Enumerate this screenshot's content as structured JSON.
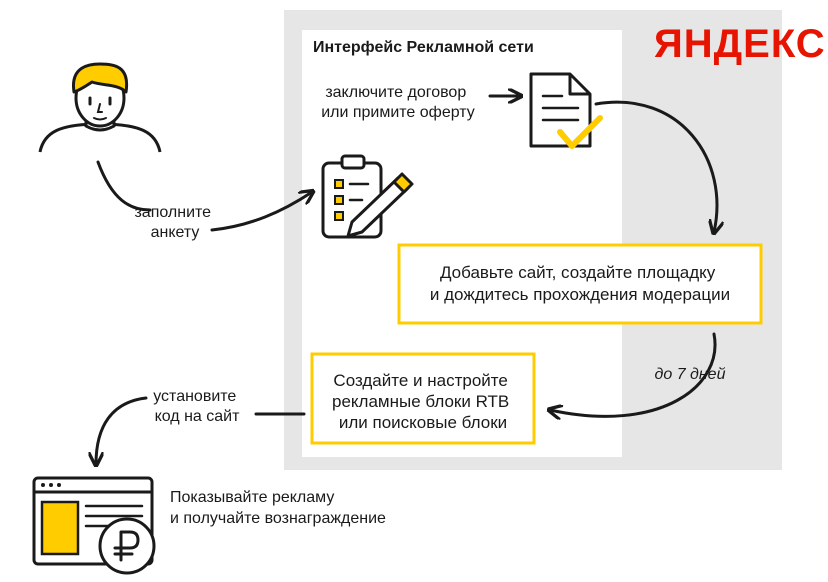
{
  "brand": {
    "name": "ЯНДЕКС",
    "color": "#e61400"
  },
  "interface": {
    "title": "Интерфейс Рекламной сети"
  },
  "steps": {
    "fill_form": {
      "line1": "заполните",
      "line2": "анкету"
    },
    "sign_contract": {
      "line1": "заключите договор",
      "line2": "или примите оферту"
    },
    "add_site": {
      "line1": "Добавьте сайт, создайте площадку",
      "line2": "и дождитесь прохождения модерации"
    },
    "up_to_days": "до 7 дней",
    "create_blocks": {
      "line1": "Создайте и настройте",
      "line2": "рекламные блоки RTB",
      "line3": "или поисковые блоки"
    },
    "install_code": {
      "line1": "установите",
      "line2": "код на сайт"
    },
    "show_ads": {
      "line1": "Показывайте рекламу",
      "line2": "и получайте вознаграждение"
    }
  },
  "icons": {
    "user": "user-icon",
    "clipboard": "clipboard-icon",
    "document": "document-check-icon",
    "website": "website-icon",
    "ruble": "ruble-icon"
  },
  "colors": {
    "accent_yellow": "#ffcc00",
    "panel_gray": "#e6e6e6",
    "ink": "#1a1a1a"
  }
}
